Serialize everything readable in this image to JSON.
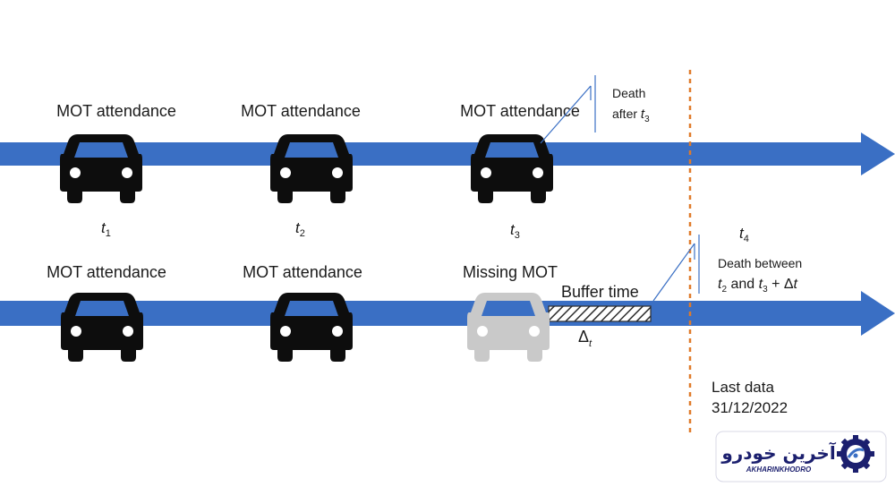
{
  "row1": {
    "cars": [
      {
        "label": "MOT attendance",
        "time_var": "t",
        "time_sub": "1",
        "state": "attended"
      },
      {
        "label": "MOT attendance",
        "time_var": "t",
        "time_sub": "2",
        "state": "attended"
      },
      {
        "label": "MOT attendance",
        "time_var": "t",
        "time_sub": "3",
        "state": "attended"
      }
    ],
    "event": {
      "line1": "Death",
      "line2_prefix": "after ",
      "line2_var": "t",
      "line2_sub": "3"
    }
  },
  "row2": {
    "cars": [
      {
        "label": "MOT attendance",
        "state": "attended"
      },
      {
        "label": "MOT attendance",
        "state": "attended"
      },
      {
        "label": "Missing MOT",
        "state": "missing"
      }
    ],
    "buffer_label": "Buffer time",
    "delta_symbol": "Δ",
    "delta_sub": "t",
    "t4_var": "t",
    "t4_sub": "4",
    "event": {
      "line1": "Death between",
      "line2_var_a": "t",
      "line2_sub_a": "2",
      "line2_mid": " and ",
      "line2_var_b": "t",
      "line2_sub_b": "3",
      "line2_tail": " + Δ",
      "line2_tail_var": "t"
    }
  },
  "cutoff": {
    "line1": "Last data",
    "line2": "31/12/2022"
  },
  "logo": {
    "text_fa": "آخرین خودرو",
    "text_en": "AKHARINKHODRO"
  },
  "colors": {
    "arrow": "#3a6fc4",
    "car_attended": "#0d0d0d",
    "car_missing": "#c9c9c9",
    "car_window": "#3a6fc4",
    "cutoff_line": "#e07b2a",
    "callout_line": "#3a6fc4",
    "logo_navy": "#1b1f6e"
  }
}
